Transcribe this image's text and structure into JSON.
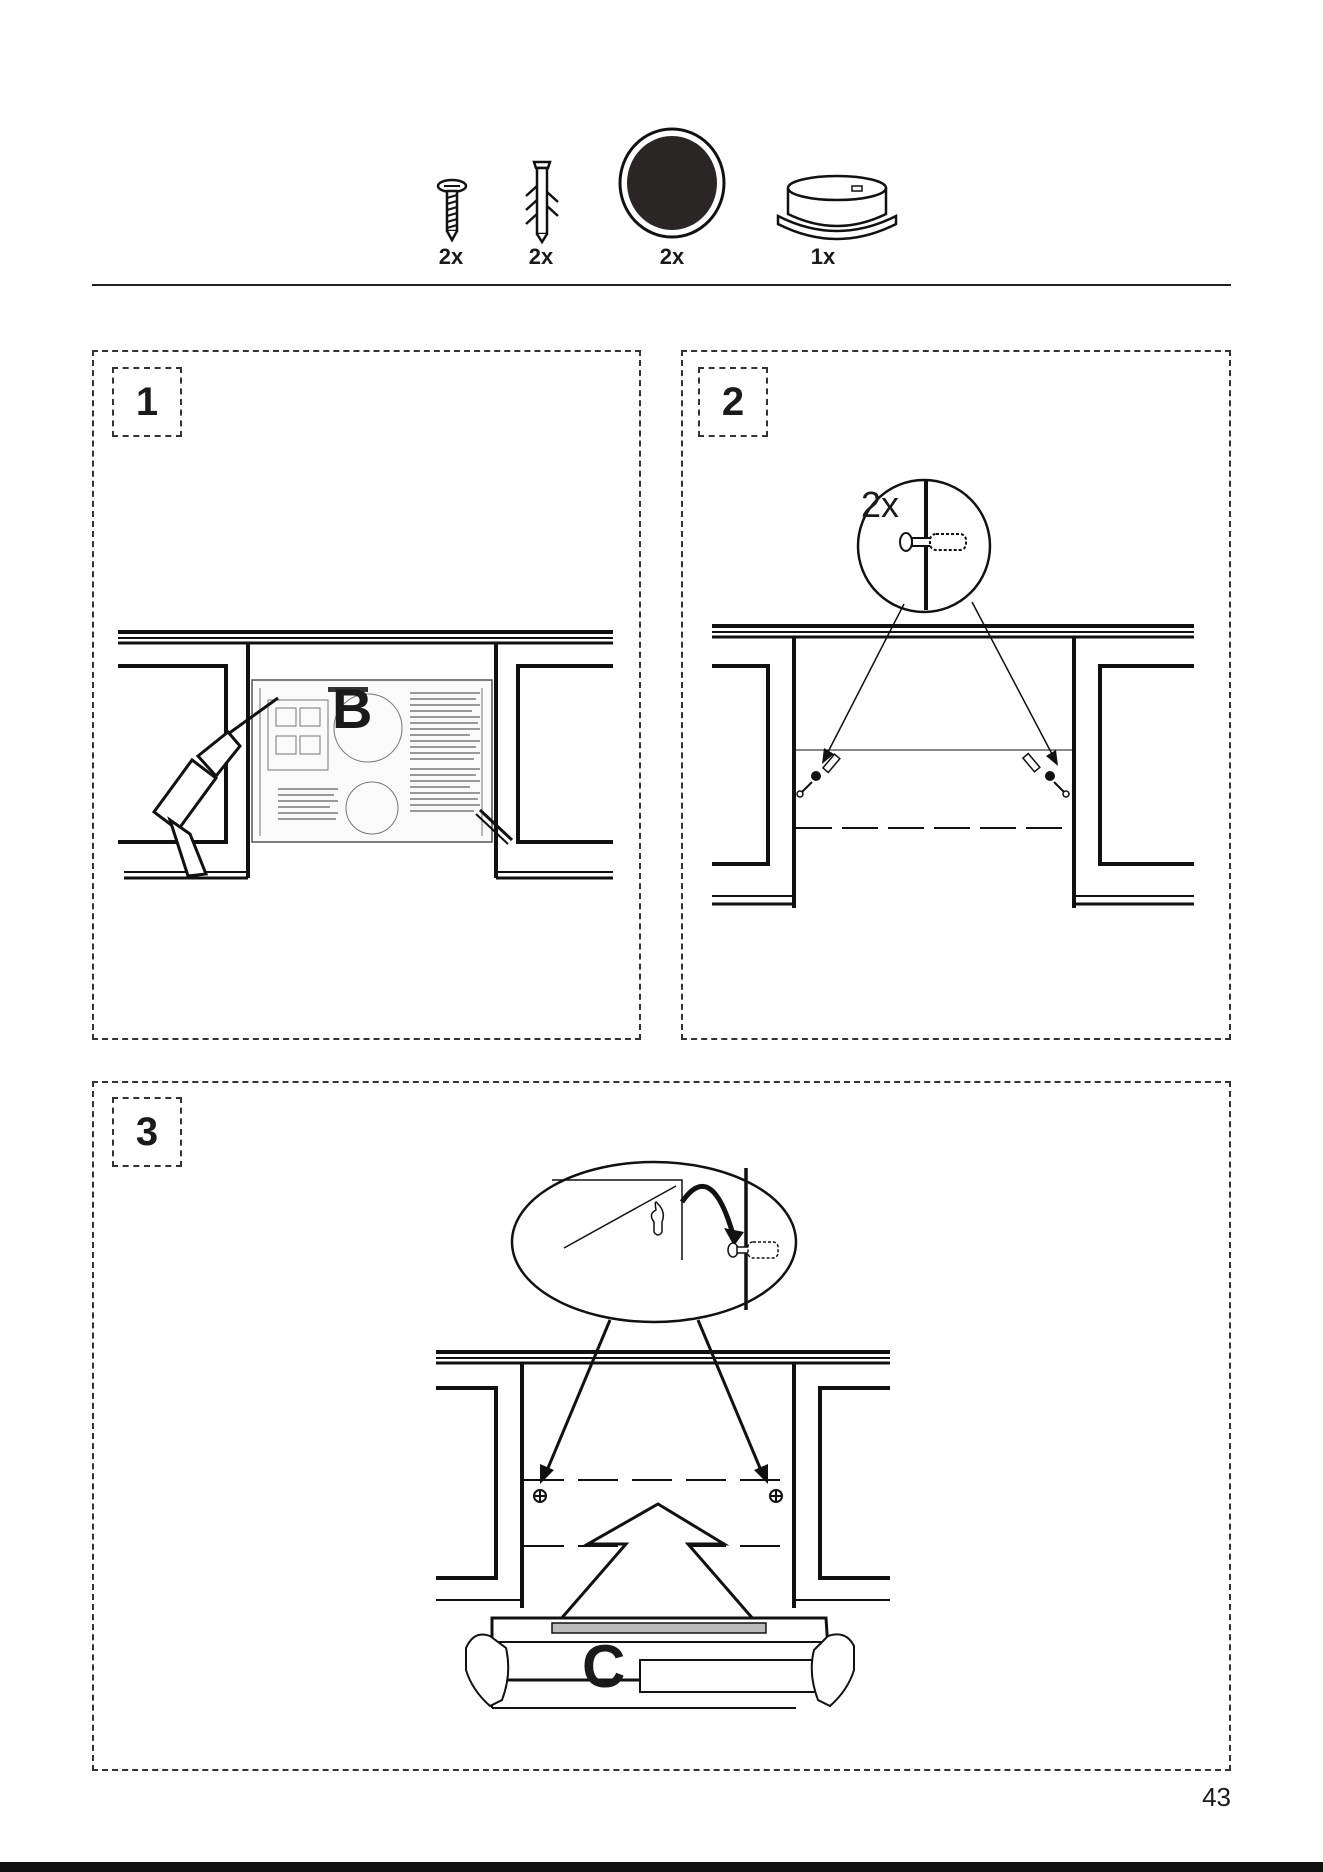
{
  "parts": [
    {
      "qty": "2x",
      "icon": "screw-icon"
    },
    {
      "qty": "2x",
      "icon": "wall-plug-icon"
    },
    {
      "qty": "2x",
      "icon": "cover-cap-icon"
    },
    {
      "qty": "1x",
      "icon": "ring-icon"
    }
  ],
  "steps": {
    "step1": {
      "number": "1",
      "template_label": "B"
    },
    "step2": {
      "number": "2",
      "detail_qty": "2x"
    },
    "step3": {
      "number": "3",
      "hood_label": "C"
    }
  },
  "page_number": "43"
}
